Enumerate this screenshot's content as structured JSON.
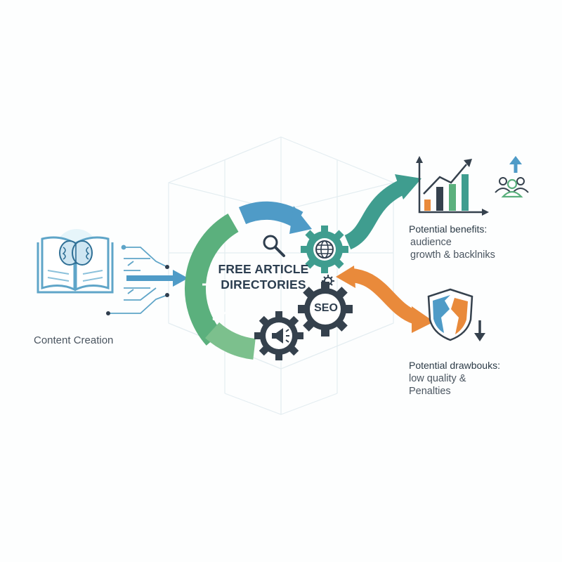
{
  "content_creation": {
    "label": "Content Creation"
  },
  "center": {
    "title_line1": "FREE ARTICLE",
    "title_line2": "DIRECTORIES",
    "seo_label": "SEO"
  },
  "benefits": {
    "title": "Potential benefits:",
    "line1": "audience",
    "line2": "growth & backlniks"
  },
  "drawbacks": {
    "title": "Potential drawbouks:",
    "line1": "low quality &",
    "line2": "Penalties"
  },
  "colors": {
    "green": "#5aa87a",
    "teal": "#3f9d8f",
    "blue": "#4f9bc7",
    "orange": "#e98a3b",
    "dark": "#35414d"
  },
  "icons": [
    "book-brain-icon",
    "magnifier-icon",
    "globe-gear-icon",
    "seo-gear-icon",
    "megaphone-gear-icon",
    "bar-chart-icon",
    "people-up-icon",
    "broken-shield-icon",
    "down-arrow-icon"
  ]
}
